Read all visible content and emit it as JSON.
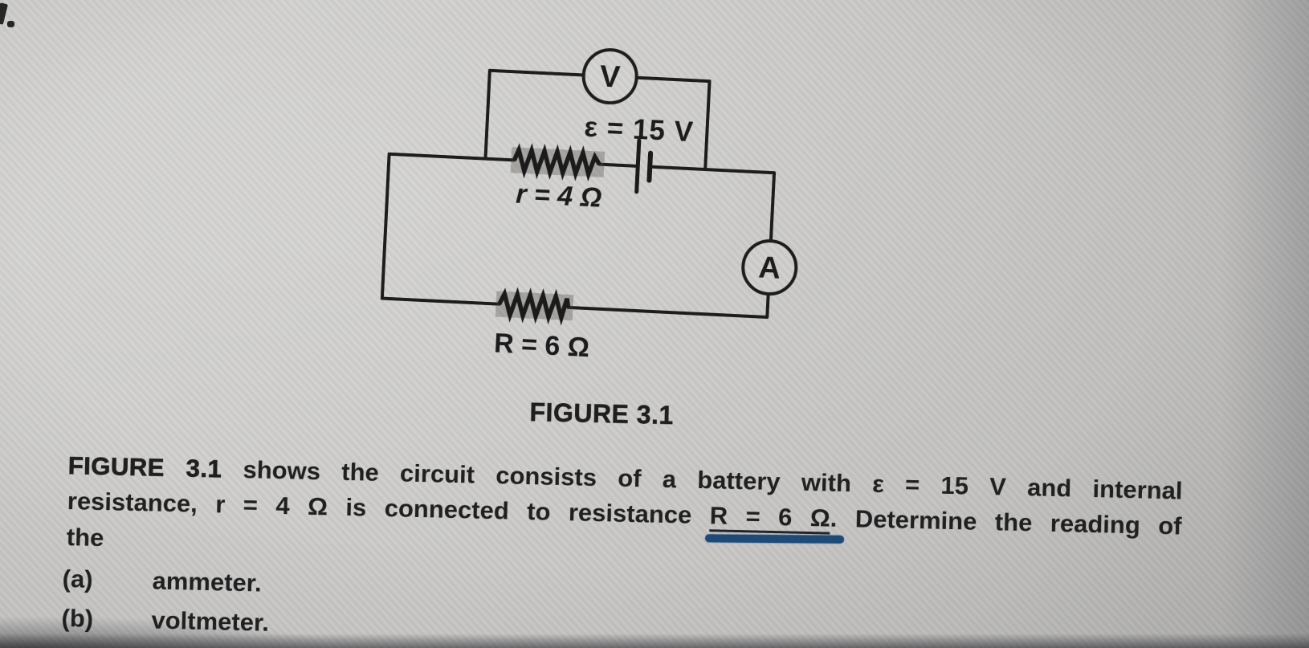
{
  "page": {
    "background_color": "#cbcac8",
    "ink_color": "#1f1f1f",
    "annotation_blue": "#1e4a78"
  },
  "figure": {
    "caption": "FIGURE 3.1",
    "voltmeter_label": "V",
    "ammeter_label": "A",
    "emf_label": "ε = 15 V",
    "internal_resistance_label": "r = 4 Ω",
    "load_resistance_label": "R = 6 Ω"
  },
  "problem": {
    "line1_bold": "FIGURE 3.1",
    "line1_rest": " shows the circuit consists of a battery with ε = 15 V and internal",
    "line2_pre": "resistance, r = 4 Ω is connected to resistance ",
    "line2_underlined": "R = 6 Ω",
    "line2_post": ". Determine the reading of",
    "line3": "the",
    "items": [
      {
        "marker": "(a)",
        "label": "ammeter."
      },
      {
        "marker": "(b)",
        "label": "voltmeter."
      }
    ]
  }
}
